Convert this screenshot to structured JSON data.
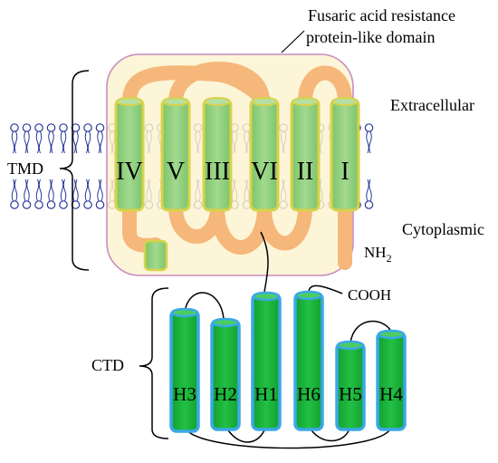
{
  "annotations": {
    "domain_label_line1": "Fusaric acid resistance",
    "domain_label_line2": "protein-like domain",
    "extracellular": "Extracellular",
    "cytoplasmic": "Cytoplasmic",
    "tmd": "TMD",
    "ctd": "CTD",
    "n_terminus_base": "NH",
    "n_terminus_sub": "2",
    "c_terminus": "COOH"
  },
  "transmembrane_helices": [
    "IV",
    "V",
    "III",
    "VI",
    "II",
    "I"
  ],
  "cytoplasmic_helices": [
    "H3",
    "H2",
    "H1",
    "H6",
    "H5",
    "H4"
  ],
  "colors": {
    "domain_fill": "#fdf3cf",
    "domain_border": "#c98cc0",
    "tm_helix_fill": "#8fce7e",
    "tm_helix_border": "#d9d24a",
    "loop": "#f5b77a",
    "lipid": "#2a3a9a",
    "ctd_helix_fill": "#17b137",
    "ctd_helix_border": "#3aa8e8"
  }
}
